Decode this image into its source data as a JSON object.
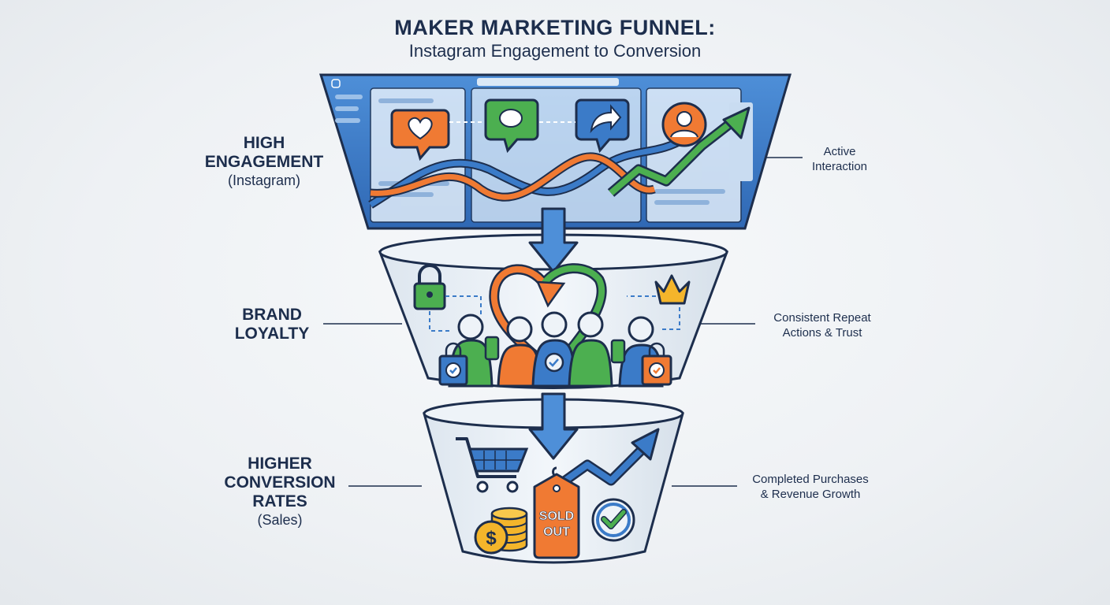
{
  "title": "MAKER MARKETING FUNNEL:",
  "subtitle": "Instagram Engagement to Conversion",
  "stages": [
    {
      "label_lines": [
        "HIGH",
        "ENGAGEMENT"
      ],
      "sublabel": "(Instagram)",
      "note_lines": [
        "Active",
        "Interaction"
      ]
    },
    {
      "label_lines": [
        "BRAND",
        "LOYALTY"
      ],
      "sublabel": "",
      "note_lines": [
        "Consistent Repeat",
        "Actions & Trust"
      ]
    },
    {
      "label_lines": [
        "HIGHER",
        "CONVERSION",
        "RATES"
      ],
      "sublabel": "(Sales)",
      "note_lines": [
        "Completed Purchases",
        "& Revenue Growth"
      ]
    }
  ],
  "tag": {
    "line1": "SOLD",
    "line2": "OUT"
  },
  "coin_symbol": "$",
  "colors": {
    "navy": "#1d2e4d",
    "blue": "#3b7bc8",
    "orange": "#f07a33",
    "green": "#4caf50",
    "gold": "#f4b52b"
  },
  "icons": [
    "instagram-icon",
    "heart-icon",
    "comment-icon",
    "share-icon",
    "user-icon",
    "lock-icon",
    "crown-icon",
    "shopping-bag-icon",
    "shopping-cart-icon",
    "price-tag-icon",
    "coins-icon",
    "checkmark-icon",
    "growth-arrow-icon"
  ]
}
